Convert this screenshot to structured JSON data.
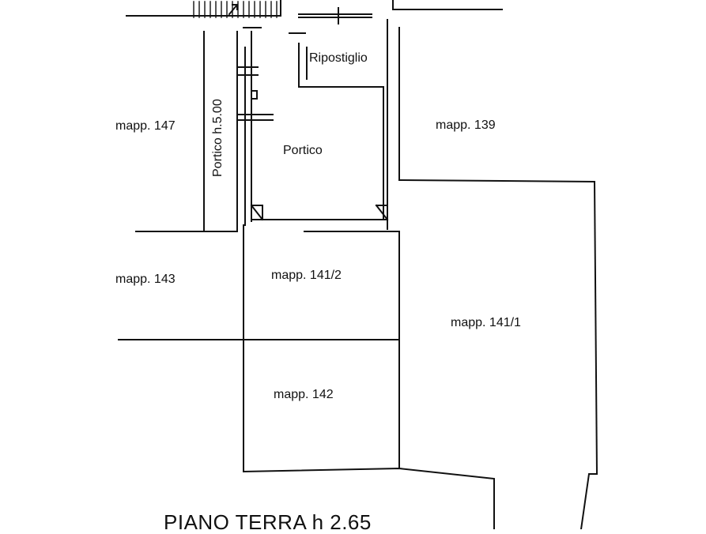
{
  "plan": {
    "title": "PIANO TERRA h 2.65",
    "rooms": {
      "ripostiglio": "Ripostiglio",
      "portico": "Portico",
      "portico_side": "Portico  h.5.00"
    },
    "parcels": {
      "p147": "mapp. 147",
      "p139": "mapp. 139",
      "p143": "mapp. 143",
      "p141_2": "mapp. 141/2",
      "p141_1": "mapp. 141/1",
      "p142": "mapp. 142"
    },
    "colors": {
      "line": "#111111",
      "background": "#ffffff"
    }
  }
}
